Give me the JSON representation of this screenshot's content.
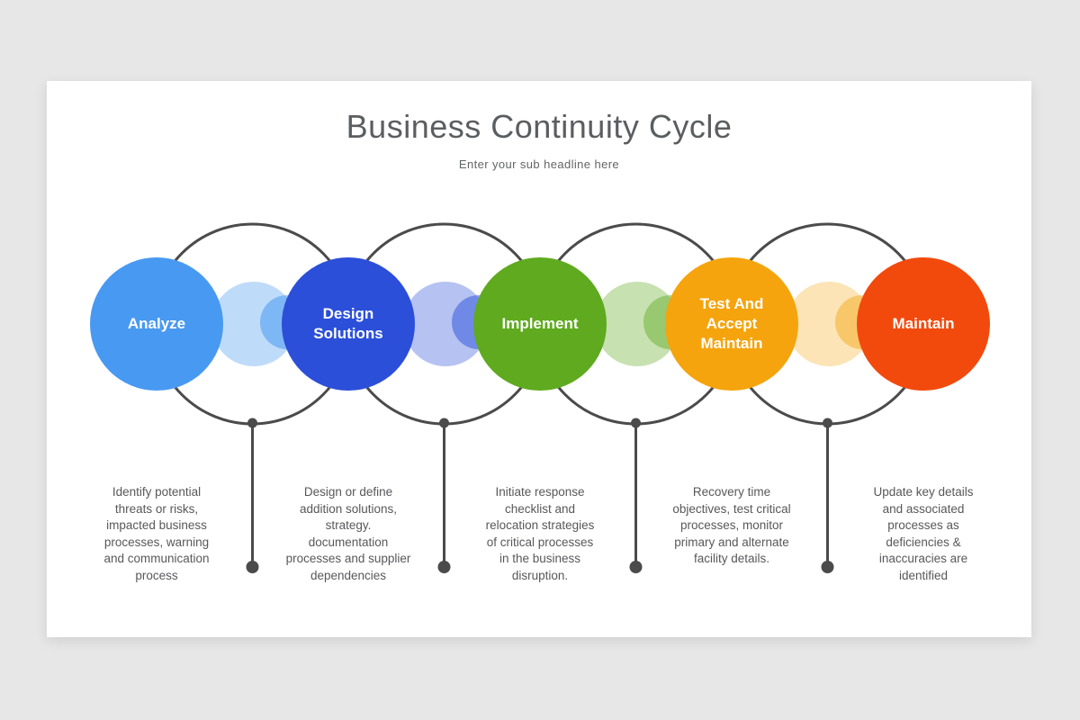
{
  "title": "Business Continuity Cycle",
  "subtitle": "Enter your sub headline here",
  "diagram": {
    "ring_color": "#4b4b4b",
    "connector_color": "#4b4b4b",
    "card_background": "#ffffff",
    "page_background": "#e7e7e7"
  },
  "stages": [
    {
      "label": "Analyze",
      "color": "#4899f1",
      "description": "Identify potential\nthreats or risks,\nimpacted business\nprocesses, warning\nand communication\nprocess"
    },
    {
      "label": "Design\nSolutions",
      "color": "#2b4fd9",
      "description": "Design or define\naddition solutions,\nstrategy.\ndocumentation\nprocesses and supplier\ndependencies"
    },
    {
      "label": "Implement",
      "color": "#5faa1f",
      "description": "Initiate response\nchecklist and\nrelocation strategies\nof critical processes\nin the business\ndisruption."
    },
    {
      "label": "Test And\nAccept\nMaintain",
      "color": "#f5a40d",
      "description": "Recovery time\nobjectives, test critical\nprocesses, monitor\nprimary and alternate\nfacility details."
    },
    {
      "label": "Maintain",
      "color": "#f24a0d",
      "description": "Update key details\nand associated\nprocesses as\ndeficiencies &\ninaccuracies are\nidentified"
    }
  ]
}
